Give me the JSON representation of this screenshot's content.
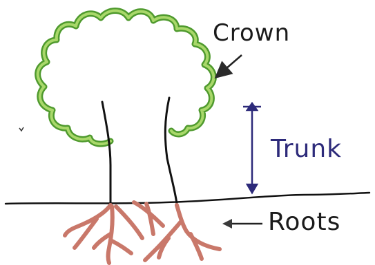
{
  "labels": {
    "crown": "Crown",
    "trunk": "Trunk",
    "roots": "Roots"
  },
  "colors": {
    "crown_outline": "#4f9a2e",
    "crown_fill": "#a9d86a",
    "trunk": "#111111",
    "ground": "#111111",
    "roots": "#c9786a",
    "trunk_arrow": "#2d2a7a",
    "pointer_arrows": "#222222"
  }
}
